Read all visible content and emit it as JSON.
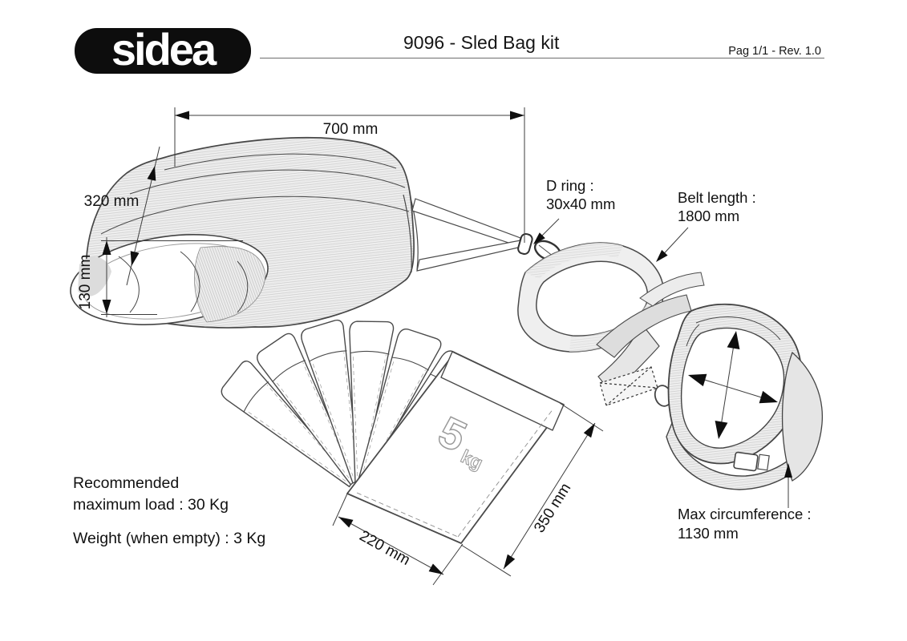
{
  "header": {
    "logo": "sidea",
    "title": "9096 - Sled Bag kit",
    "page_rev": "Pag 1/1 - Rev. 1.0"
  },
  "dimensions": {
    "bag_width": "700 mm",
    "bag_depth": "320 mm",
    "bag_height": "130 mm",
    "weight_bag_width": "220 mm",
    "weight_bag_height": "350 mm"
  },
  "callouts": {
    "d_ring": {
      "line1": "D ring :",
      "line2": "30x40 mm"
    },
    "belt_length": {
      "line1": "Belt length :",
      "line2": "1800 mm"
    },
    "max_circumference": {
      "line1": "Max circumference :",
      "line2": "1130 mm"
    }
  },
  "notes": {
    "recommended_line1": "Recommended",
    "recommended_line2": "maximum load : 30 Kg",
    "weight_empty": "Weight (when empty) : 3 Kg"
  },
  "weight_bag": {
    "value": "5",
    "unit": "kg"
  },
  "colors": {
    "line_art": "#474747",
    "dimension_line": "#3d3d3d",
    "arrow_fill": "#0f0f0f",
    "text": "#111111",
    "logo_bg": "#0d0d0d",
    "logo_fg": "#ffffff"
  }
}
